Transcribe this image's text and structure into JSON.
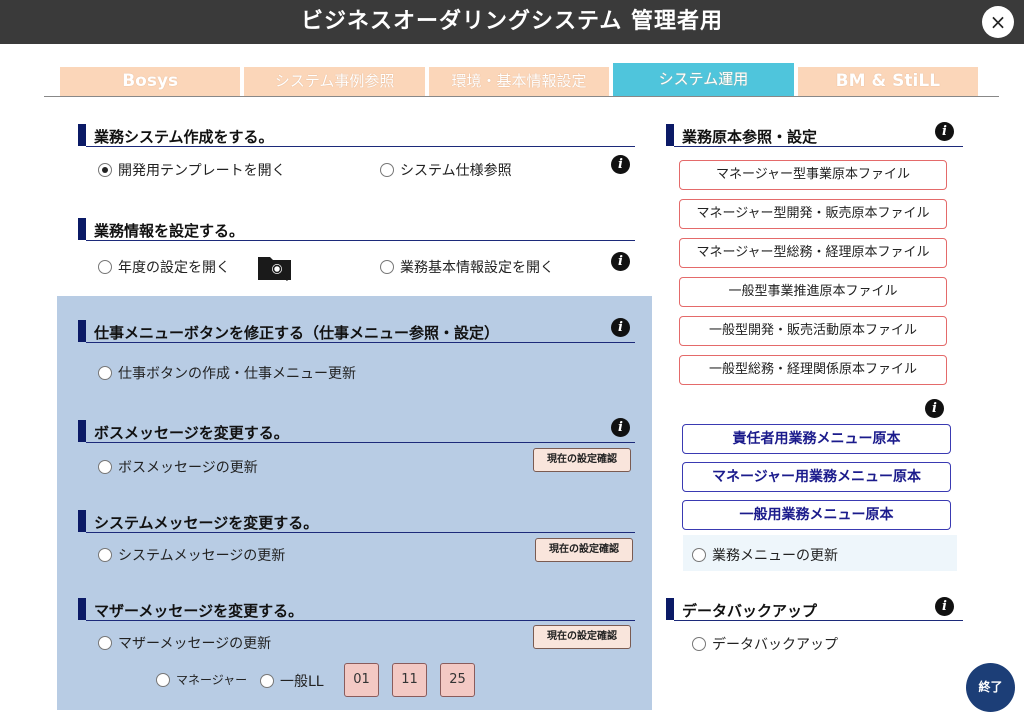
{
  "window": {
    "title": "ビジネスオーダリングシステム 管理者用",
    "close_icon": "×"
  },
  "tabs": [
    {
      "label": "Bosys"
    },
    {
      "label": "システム事例参照"
    },
    {
      "label": "環境・基本情報設定"
    },
    {
      "label": "システム運用",
      "active": true
    },
    {
      "label": "BM & StiLL"
    }
  ],
  "left": {
    "business_system": {
      "title": "業務システム作成をする。",
      "options": [
        "開発用テンプレートを開く",
        "システム仕様参照"
      ],
      "selected": 0
    },
    "business_info": {
      "title": "業務情報を設定する。",
      "options": [
        "年度の設定を開く",
        "業務基本情報設定を開く"
      ]
    },
    "work_menu": {
      "title": "仕事メニューボタンを修正する（仕事メニュー参照・設定）",
      "option": "仕事ボタンの作成・仕事メニュー更新"
    },
    "boss_message": {
      "title": "ボスメッセージを変更する。",
      "option": "ボスメッセージの更新",
      "confirm_label": "現在の設定確認"
    },
    "system_message": {
      "title": "システムメッセージを変更する。",
      "option": "システムメッセージの更新",
      "confirm_label": "現在の設定確認"
    },
    "mother_message": {
      "title": "マザーメッセージを変更する。",
      "option": "マザーメッセージの更新",
      "confirm_label": "現在の設定確認",
      "sub_options": [
        "マネージャー",
        "一般LL"
      ],
      "numbers": [
        "01",
        "11",
        "25"
      ]
    }
  },
  "right": {
    "originals": {
      "title": "業務原本参照・設定",
      "red_buttons": [
        "マネージャー型事業原本ファイル",
        "マネージャー型開発・販売原本ファイル",
        "マネージャー型総務・経理原本ファイル",
        "一般型事業推進原本ファイル",
        "一般型開発・販売活動原本ファイル",
        "一般型総務・経理関係原本ファイル"
      ],
      "blue_buttons": [
        "責任者用業務メニュー原本",
        "マネージャー用業務メニュー原本",
        "一般用業務メニュー原本"
      ],
      "menu_update": "業務メニューの更新"
    },
    "backup": {
      "title": "データバックアップ",
      "option": "データバックアップ"
    }
  },
  "info_icon": "i",
  "end_button": "終了"
}
